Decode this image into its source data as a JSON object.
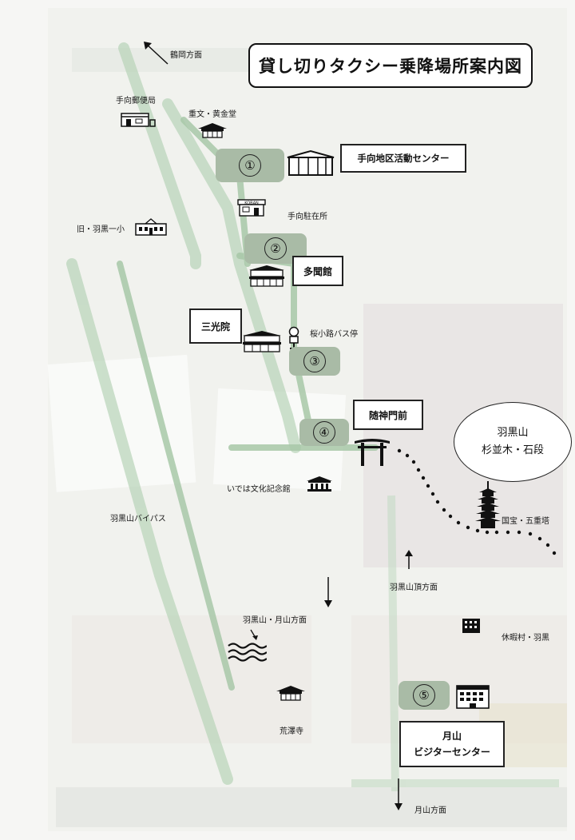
{
  "title": "貸し切りタクシー乗降場所案内図",
  "colors": {
    "route": "#a8c8a8",
    "stop_bg": "#a9bba6",
    "ink": "#111111"
  },
  "stops": [
    {
      "number": "①",
      "label": "手向地区活動センター"
    },
    {
      "number": "②",
      "label": "多聞館"
    },
    {
      "number": "③",
      "label": "三光院"
    },
    {
      "number": "④",
      "label": "随神門前"
    },
    {
      "number": "⑤",
      "label_line1": "月山",
      "label_line2": "ビジターセンター"
    }
  ],
  "landmarks": {
    "tsuruoka": "鶴岡方面",
    "post_office": "手向郵便局",
    "kogane_do": "重文・黄金堂",
    "chuzaisho": "手向駐在所",
    "old_school": "旧・羽黒一小",
    "bus_stop": "桜小路バス停",
    "ideha": "いでは文化記念館",
    "bypass": "羽黒山バイパス",
    "summit": "羽黒山頂方面",
    "haguro_gassan": "羽黒山・月山方面",
    "pagoda": "国宝・五重塔",
    "kyukamura": "休暇村・羽黒",
    "arasawa": "荒澤寺",
    "gassan_dir": "月山方面",
    "mountain_line1": "羽黒山",
    "mountain_line2": "杉並木・石段",
    "koban_sign": "KOBAN"
  },
  "icons": [
    "arrow-up-left-icon",
    "post-office-icon",
    "temple-icon",
    "hall-icon",
    "police-box-icon",
    "school-icon",
    "inn-icon",
    "bus-stop-icon",
    "torii-icon",
    "museum-icon",
    "pagoda-icon",
    "arrow-down-icon",
    "arrow-up-icon",
    "river-icon",
    "hotel-icon",
    "visitor-center-icon"
  ]
}
